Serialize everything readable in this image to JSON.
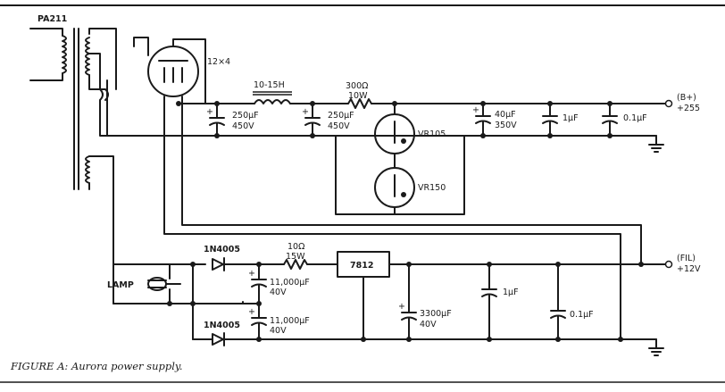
{
  "figure": {
    "caption": "FIGURE A: Aurora power supply."
  },
  "labels": {
    "transformer": "PA211",
    "rectifier_tube": "12×4",
    "choke": "10-15H",
    "resistor_hv_value": "300Ω",
    "resistor_hv_power": "10W",
    "cap1_value": "250μF",
    "cap1_voltage": "450V",
    "cap2_value": "250μF",
    "cap2_voltage": "450V",
    "regulator_tube_1": "VR105",
    "regulator_tube_2": "VR150",
    "cap3_value": "40μF",
    "cap3_voltage": "350V",
    "cap4_value": "1μF",
    "cap5_value": "0.1μF",
    "bplus_label": "(B+)",
    "bplus_voltage": "+255",
    "lamp": "LAMP",
    "diode_top": "1N4005",
    "diode_bottom": "1N4005",
    "resistor_lv_value": "10Ω",
    "resistor_lv_power": "15W",
    "regulator_ic": "7812",
    "cap6_value": "11,000μF",
    "cap6_voltage": "40V",
    "cap7_value": "11,000μF",
    "cap7_voltage": "40V",
    "cap8_value": "3300μF",
    "cap8_voltage": "40V",
    "cap9_value": "1μF",
    "cap10_value": "0.1μF",
    "fil_label": "(FIL)",
    "fil_voltage": "+12V",
    "plus_sign": "+"
  }
}
